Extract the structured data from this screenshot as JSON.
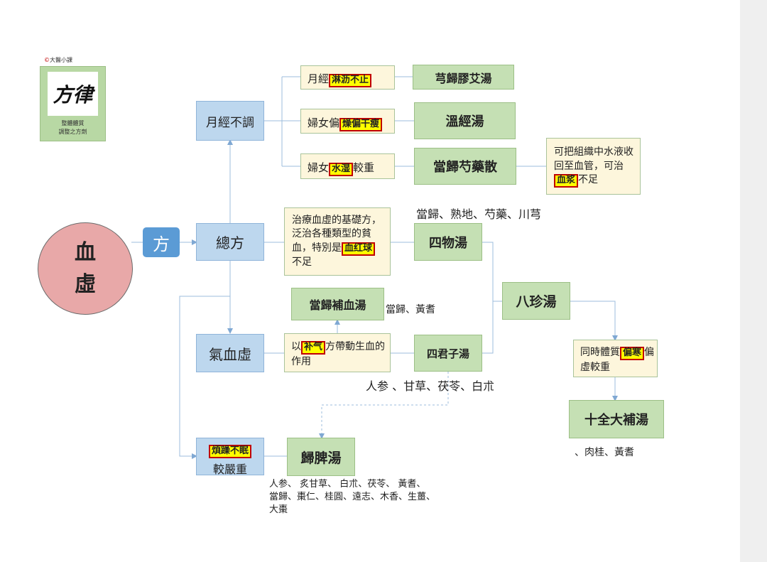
{
  "brand": {
    "mark": "©",
    "name": "大醫小課"
  },
  "logo": {
    "calligraphy": "方律",
    "caption_line1": "整體體質",
    "caption_line2": "調整之方劑"
  },
  "center": {
    "line1": "血",
    "line2": "虛"
  },
  "fang": "方",
  "nodes": {
    "yuejing_butiao": "月經不調",
    "zongfang": "總方",
    "qixuexu": "氣血虛",
    "fanzao_hl": "煩躁不眠",
    "fanzao_rest": "較嚴重"
  },
  "conditions": {
    "c1_pre": "月經",
    "c1_hl": "淋沥不止",
    "c2_pre": "婦女偏",
    "c2_hl": "燥偏干瘦",
    "c3_pre": "婦女",
    "c3_hl": "水湿",
    "c3_post": "較重",
    "siwu_desc_pre": "治療血虛的基礎方，泛治各種類型的貧血，特別是",
    "siwu_desc_hl": "血红球",
    "siwu_desc_post": "不足",
    "bqi_pre": "以",
    "bqi_hl": "补气",
    "bqi_post": "方帶動生血的作用",
    "shiquan_pre": "同時體質",
    "shiquan_hl": "偏寒",
    "shiquan_post": "偏虛較重"
  },
  "formulas": {
    "xionggui": "芎歸膠艾湯",
    "wenjing": "溫經湯",
    "danggui_shaoyao": "當歸芍藥散",
    "siwu": "四物湯",
    "danggui_buxue": "當歸補血湯",
    "sijunzi": "四君子湯",
    "bazhen": "八珍湯",
    "shiquan": "十全大補湯",
    "guipi": "歸脾湯"
  },
  "notes": {
    "shuiye_pre": "可把組織中水液收回至血管，可治",
    "shuiye_hl": "血浆",
    "shuiye_post": "不足",
    "siwu_ingredients": "當歸、熟地、芍藥、川芎",
    "buxue_ingredients": "當歸、黃耆",
    "sijunzi_ingredients": "人参 、甘草、茯苓、白朮",
    "shiquan_ingredients": "、肉桂、黃耆",
    "guipi_line1": "人参、 炙甘草、 白朮、茯苓、 黃耆、",
    "guipi_line2": "當歸、棗仁、桂圓、遠志、木香、生薑、",
    "guipi_line3": "大棗"
  },
  "colors": {
    "blue_box": "#bdd7ee",
    "green_box": "#c5e0b4",
    "cream_box": "#fdf6dc",
    "circle": "#e8a8a8",
    "fang": "#5b9bd5",
    "highlight": "#ffff00",
    "highlight_border": "#c00000",
    "line": "#8fb4d9"
  }
}
